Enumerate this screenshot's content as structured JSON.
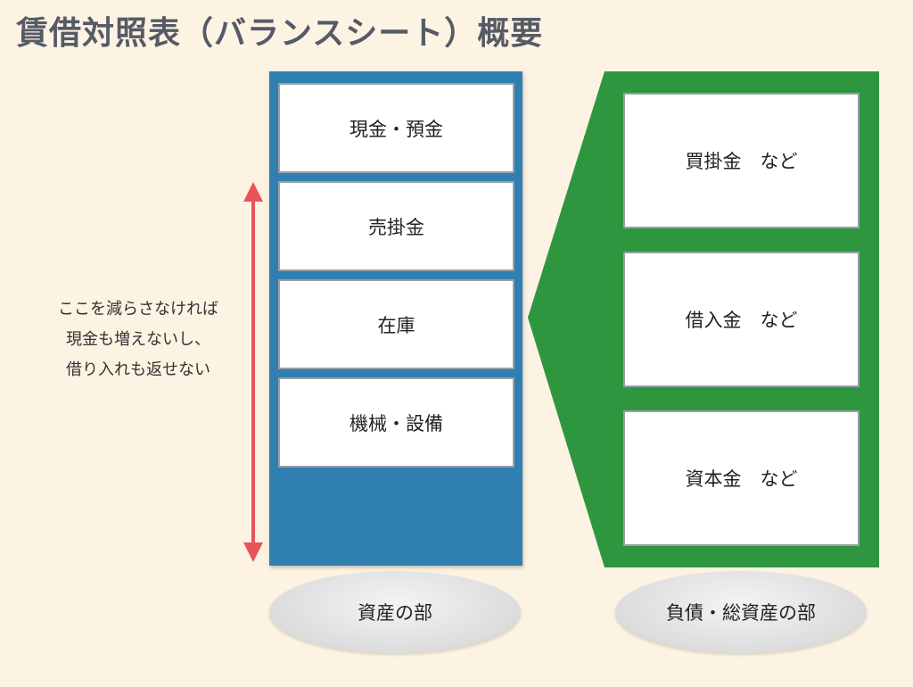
{
  "title": "賃借対照表（バランスシート）概要",
  "assets": {
    "items": [
      "現金・預金",
      "売掛金",
      "在庫",
      "機械・設備"
    ],
    "label": "資産の部",
    "color": "#2f7fb0"
  },
  "liabilities": {
    "items": [
      "買掛金　など",
      "借入金　など",
      "資本金　など"
    ],
    "label": "負債・総資産の部",
    "color": "#2f9640"
  },
  "note": {
    "lines": [
      "ここを減らさなければ",
      "現金も増えないし、",
      "借り入れも返せない"
    ],
    "arrow_color": "#e8545a"
  }
}
